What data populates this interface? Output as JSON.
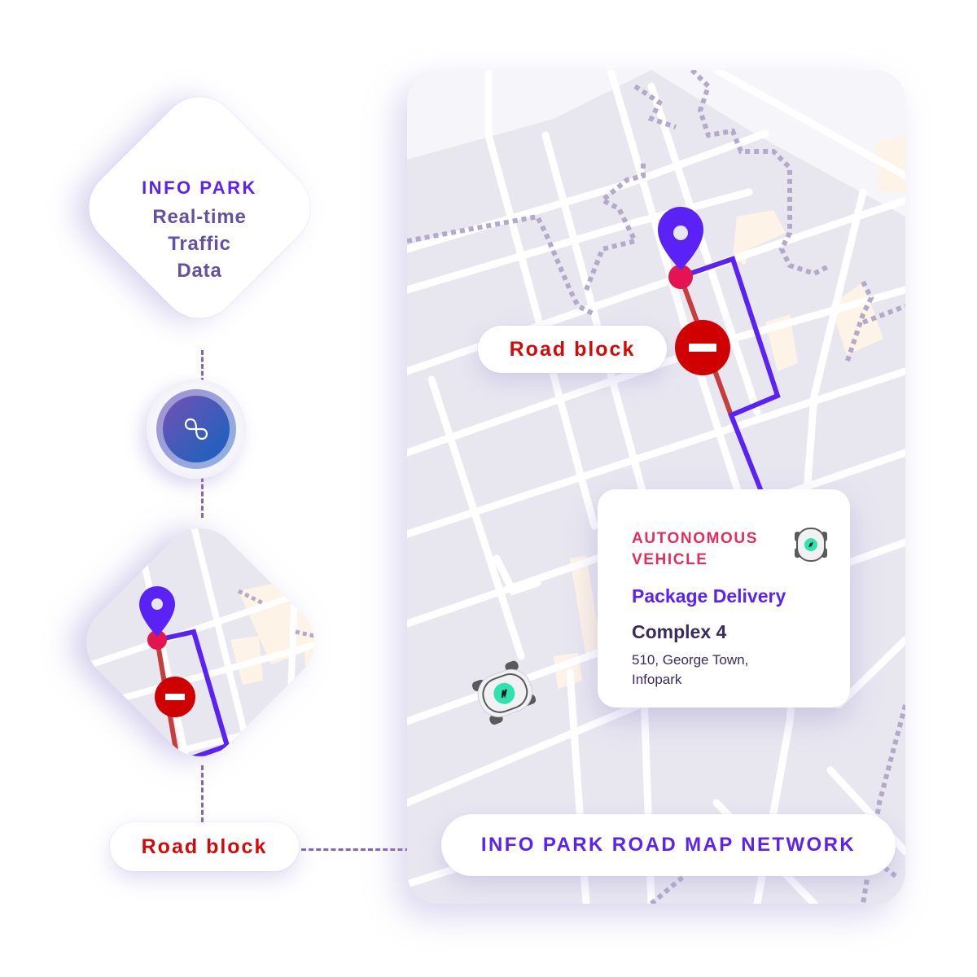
{
  "info_card": {
    "title": "INFO PARK",
    "subtitle_lines": [
      "Real-time",
      "Traffic",
      "Data"
    ]
  },
  "hub": {
    "icon": "infinity-loop-icon"
  },
  "mini_map": {
    "icon_pin": "location-pin-icon",
    "icon_block": "no-entry-icon"
  },
  "left_label": {
    "text": "Road block"
  },
  "map": {
    "road_block_label": "Road block",
    "network_label": "INFO PARK ROAD MAP NETWORK",
    "colors": {
      "route": "#5b22f5",
      "blocked_segment": "#c53d3d",
      "block_icon": "#d10000",
      "node": "#e3144f",
      "map_bg": "#e8e7f0",
      "road": "#ffffff",
      "building": "#fdf3e6",
      "boundary": "#b4a9c9"
    }
  },
  "vehicle_card": {
    "title": "AUTONOMOUS VEHICLE",
    "service": "Package Delivery",
    "place": "Complex 4",
    "address_lines": [
      "510, George Town,",
      "Infopark"
    ],
    "icon": "robot-vehicle-icon"
  }
}
